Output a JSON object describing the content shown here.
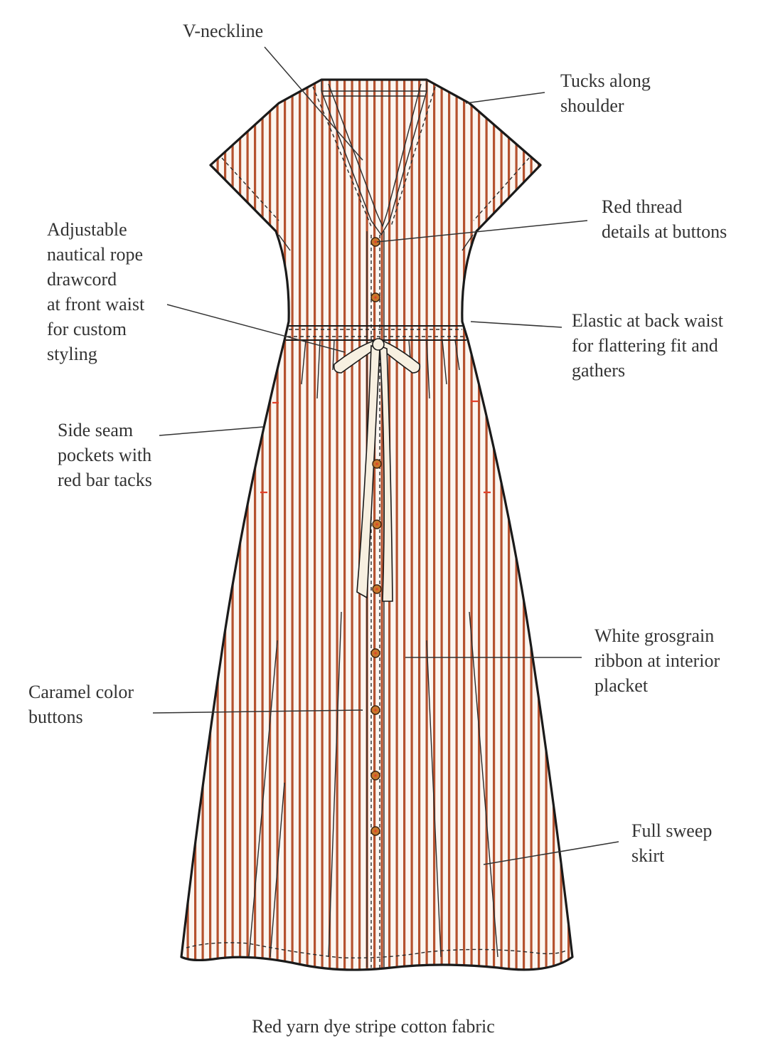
{
  "colors": {
    "stripe": "#b5522f",
    "fabric": "#fbf6f1",
    "outline": "#1a1a1a",
    "button": "#c8772c",
    "bar_tack": "#e2402a",
    "drawcord": "#f7f0e1",
    "text": "#333333"
  },
  "callouts": {
    "v_neckline": [
      "V-neckline"
    ],
    "tucks": [
      "Tucks along",
      "shoulder"
    ],
    "red_thread": [
      "Red thread",
      "details at buttons"
    ],
    "drawcord": [
      "Adjustable",
      "nautical rope",
      "drawcord",
      "at front waist",
      "for custom",
      "styling"
    ],
    "elastic": [
      "Elastic at back waist",
      "for flattering fit and",
      "gathers"
    ],
    "pockets": [
      "Side seam",
      "pockets with",
      "red bar tacks"
    ],
    "ribbon": [
      "White grosgrain",
      "ribbon at interior",
      "placket"
    ],
    "buttons": [
      "Caramel color",
      "buttons"
    ],
    "skirt": [
      "Full sweep",
      "skirt"
    ]
  },
  "caption": "Red yarn dye stripe cotton fabric",
  "button_count": 9
}
